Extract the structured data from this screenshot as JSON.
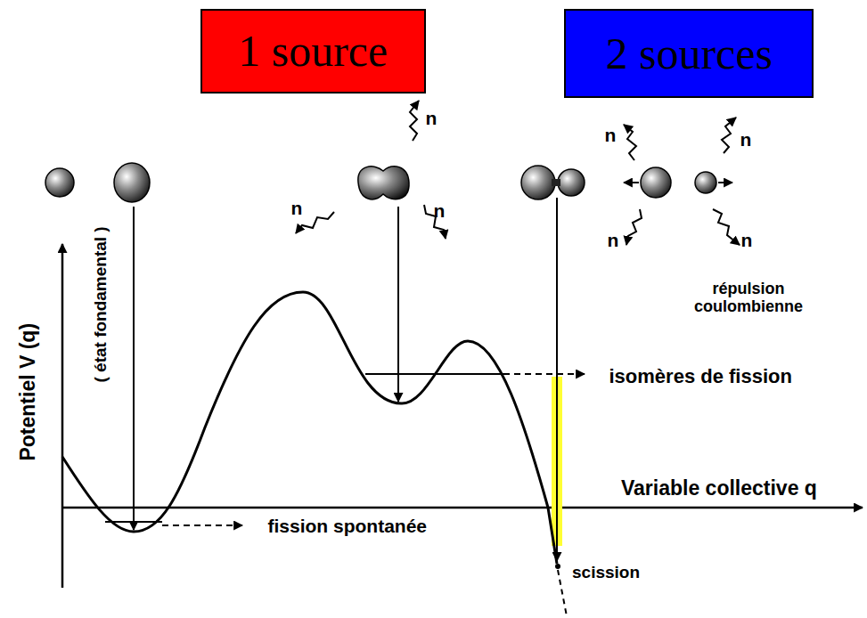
{
  "diagram": {
    "nodes": [
      {
        "text": [
          "1 source"
        ]
      },
      {
        "text": [
          "2 sources"
        ]
      }
    ],
    "labels": [
      "Potentiel V (q)",
      "( état fondamental )",
      "fission spontanée",
      "isomères de fission",
      "Variable collective q",
      "scission",
      "répulsion coulombienne",
      "n",
      "n",
      "n",
      "n",
      "n",
      "n",
      "n"
    ]
  }
}
